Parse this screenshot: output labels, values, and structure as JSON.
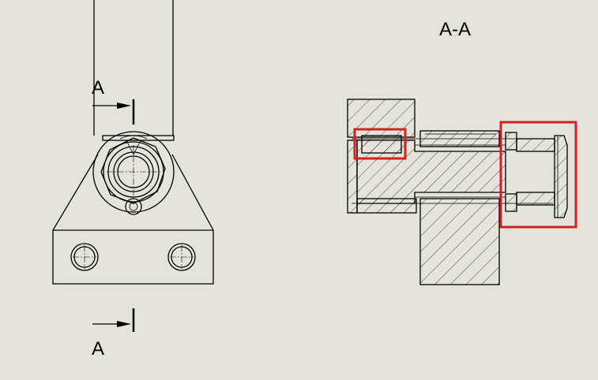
{
  "section_labels": {
    "top_marker": "A",
    "bottom_marker": "A",
    "section_title": "A-A"
  },
  "colors": {
    "background": "#e5e4dc",
    "line": "#000000",
    "highlight": "#d32020"
  }
}
